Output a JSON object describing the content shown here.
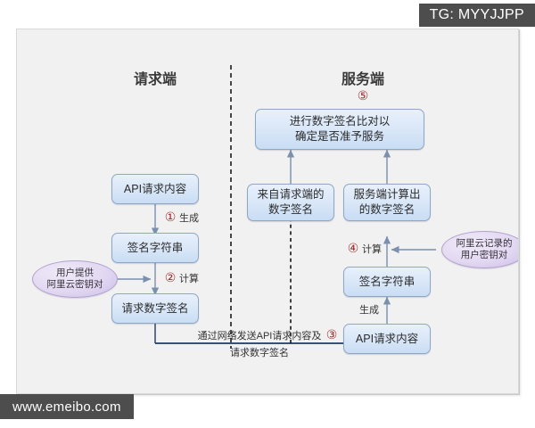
{
  "watermarks": {
    "top_right": "TG: MYYJJPP",
    "bottom_left": "www.emeibo.com"
  },
  "diagram": {
    "type": "flowchart",
    "title": "",
    "lanes": [
      {
        "id": "client",
        "label": "请求端"
      },
      {
        "id": "server",
        "label": "服务端"
      }
    ],
    "divider": {
      "style": "dashed",
      "color": "#333333"
    },
    "nodes": [
      {
        "id": "client-api-content",
        "lane": "client",
        "shape": "rounded-rect",
        "text": "API请求内容"
      },
      {
        "id": "client-sign-string",
        "lane": "client",
        "shape": "rounded-rect",
        "text": "签名字符串"
      },
      {
        "id": "client-signature",
        "lane": "client",
        "shape": "rounded-rect",
        "text": "请求数字签名"
      },
      {
        "id": "client-keypair",
        "lane": "client",
        "shape": "ellipse",
        "text_line1": "用户提供",
        "text_line2": "阿里云密钥对"
      },
      {
        "id": "server-compare",
        "lane": "server",
        "shape": "rounded-rect",
        "text_line1": "进行数字签名比对以",
        "text_line2": "确定是否准予服务"
      },
      {
        "id": "server-from-client",
        "lane": "server",
        "shape": "rounded-rect",
        "text_line1": "来自请求端的",
        "text_line2": "数字签名"
      },
      {
        "id": "server-computed",
        "lane": "server",
        "shape": "rounded-rect",
        "text_line1": "服务端计算出",
        "text_line2": "的数字签名"
      },
      {
        "id": "server-sign-string",
        "lane": "server",
        "shape": "rounded-rect",
        "text": "签名字符串"
      },
      {
        "id": "server-api-content",
        "lane": "server",
        "shape": "rounded-rect",
        "text": "API请求内容"
      },
      {
        "id": "server-keypair",
        "lane": "server",
        "shape": "ellipse",
        "text_line1": "阿里云记录的",
        "text_line2": "用户密钥对"
      }
    ],
    "steps": [
      {
        "number": "①",
        "label": "生成",
        "near": "client-api-content → client-sign-string"
      },
      {
        "number": "②",
        "label": "计算",
        "near": "client-sign-string → client-signature"
      },
      {
        "number": "③",
        "label": "",
        "near": "network-transfer"
      },
      {
        "number": "④",
        "label": "计算",
        "near": "server-sign-string → server-computed"
      },
      {
        "number": "⑤",
        "label": "",
        "near": "server-compare"
      }
    ],
    "edge_labels": [
      {
        "id": "gen-server",
        "text": "生成"
      },
      {
        "id": "transfer-line1",
        "text": "通过网络发送API请求内容及"
      },
      {
        "id": "transfer-line2",
        "text": "请求数字签名"
      }
    ],
    "colors": {
      "node_fill_top": "#e8f0fb",
      "node_fill_bottom": "#c9ddf4",
      "node_border": "#8fa6c4",
      "ellipse_fill": "#ddd2ef",
      "ellipse_border": "#b3a3cd",
      "step_number": "#9e2b2b",
      "canvas_bg": "#f1f1f1",
      "watermark_bg": "#4d4d4d",
      "arrow_blue": "#7b90ae",
      "arrow_dark": "#1a1a1a",
      "arrow_navy": "#1f3864"
    }
  }
}
